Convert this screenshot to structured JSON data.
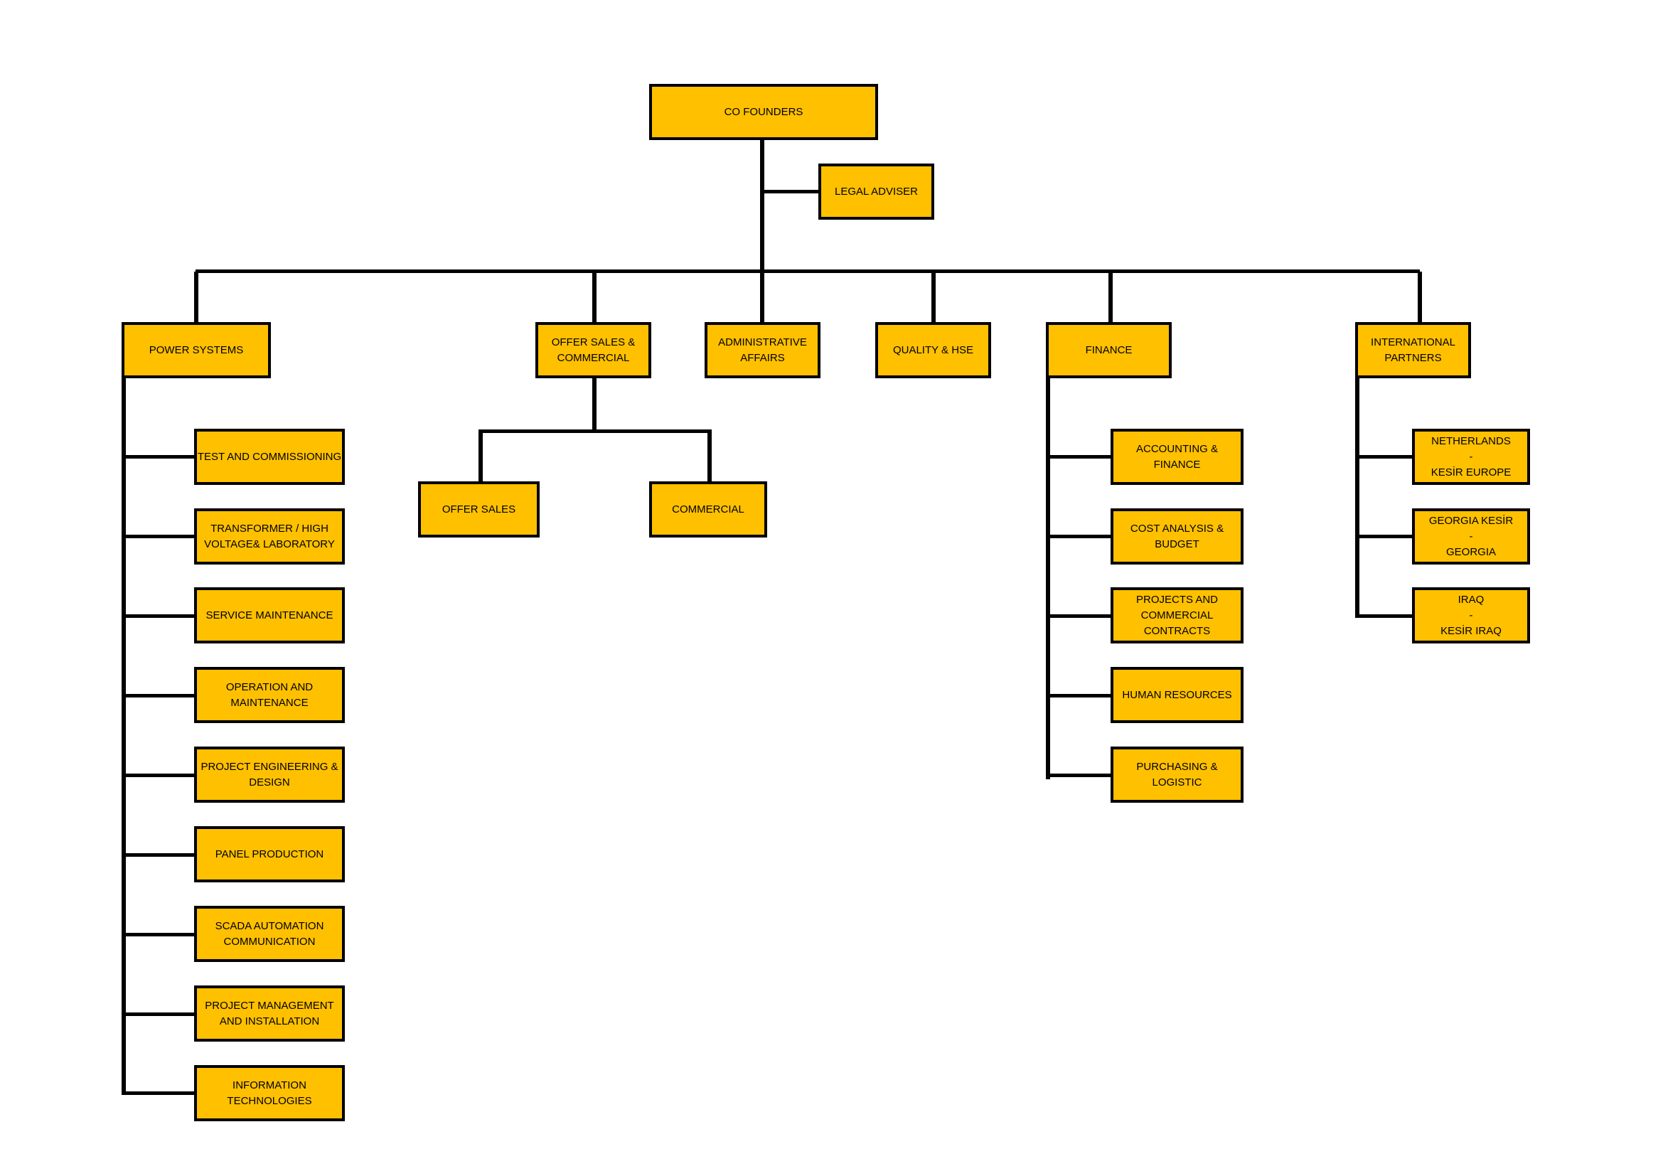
{
  "colors": {
    "box_fill": "#FFC000",
    "border": "#000000",
    "background": "#FFFFFF"
  },
  "root": {
    "label": "CO FOUNDERS"
  },
  "adviser": {
    "label": "LEGAL ADVISER"
  },
  "departments": {
    "power_systems": "POWER SYSTEMS",
    "offer_sales_commercial": "OFFER SALES &\nCOMMERCIAL",
    "administrative_affairs": "ADMINISTRATIVE\nAFFAIRS",
    "quality_hse": "QUALITY & HSE",
    "finance": "FINANCE",
    "international_partners": "INTERNATIONAL\nPARTNERS"
  },
  "power_systems_units": [
    "TEST AND COMMISSIONING",
    "TRANSFORMER / HIGH\nVOLTAGE& LABORATORY",
    "SERVICE MAINTENANCE",
    "OPERATION AND\nMAINTENANCE",
    "PROJECT ENGINEERING &\nDESIGN",
    "PANEL PRODUCTION",
    "SCADA AUTOMATION\nCOMMUNICATION",
    "PROJECT MANAGEMENT\nAND INSTALLATION",
    "INFORMATION\nTECHNOLOGIES"
  ],
  "offer_sales_units": [
    "OFFER SALES",
    "COMMERCIAL"
  ],
  "finance_units": [
    "ACCOUNTING &\nFINANCE",
    "COST ANALYSIS &\nBUDGET",
    "PROJECTS AND\nCOMMERCIAL\nCONTRACTS",
    "HUMAN RESOURCES",
    "PURCHASING &\nLOGISTIC"
  ],
  "international_units": [
    "NETHERLANDS\n-\nKESİR EUROPE",
    "GEORGIA KESİR\n-\nGEORGIA",
    "IRAQ\n-\nKESİR IRAQ"
  ]
}
